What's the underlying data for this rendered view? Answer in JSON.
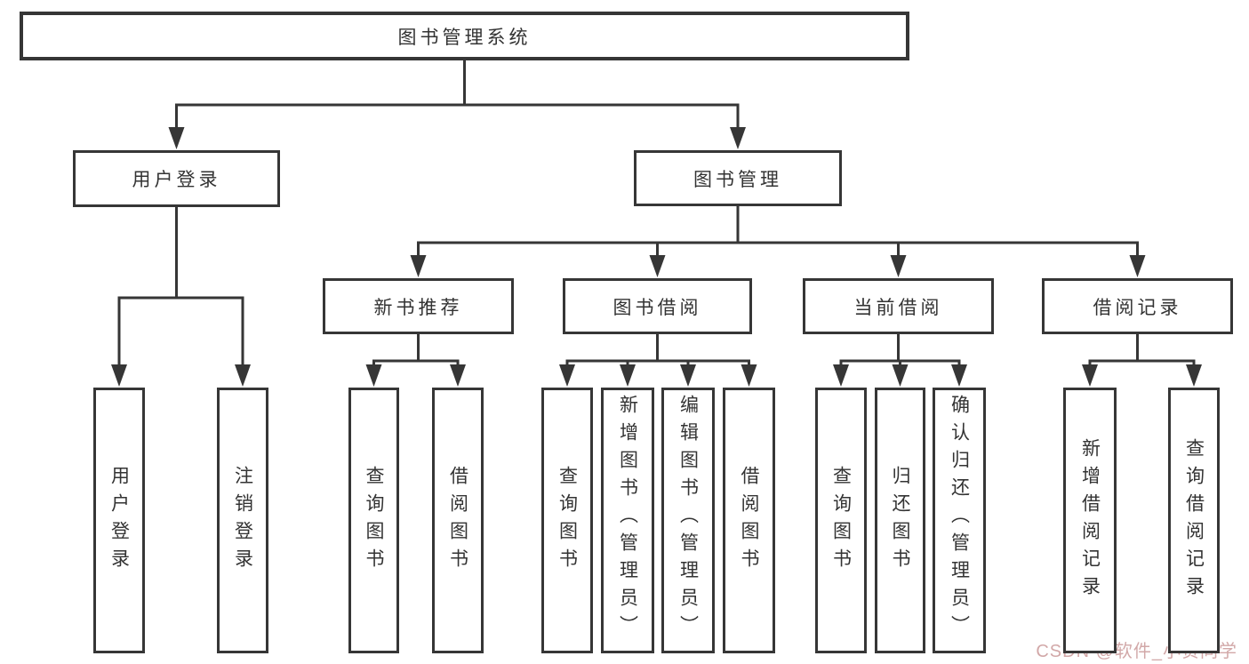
{
  "diagram": {
    "title": "图书管理系统",
    "nodes": [
      {
        "id": "root",
        "label": "图书管理系统"
      },
      {
        "id": "user-login",
        "label": "用户登录"
      },
      {
        "id": "book-mgmt",
        "label": "图书管理"
      },
      {
        "id": "new-book-rec",
        "label": "新书推荐"
      },
      {
        "id": "book-borrow",
        "label": "图书借阅"
      },
      {
        "id": "current-borrow",
        "label": "当前借阅"
      },
      {
        "id": "borrow-records",
        "label": "借阅记录"
      },
      {
        "id": "leaf-user-login",
        "label": "用户登录"
      },
      {
        "id": "leaf-logout",
        "label": "注销登录"
      },
      {
        "id": "leaf-query-books-1",
        "label": "查询图书"
      },
      {
        "id": "leaf-borrow-books-1",
        "label": "借阅图书"
      },
      {
        "id": "leaf-query-books-2",
        "label": "查询图书"
      },
      {
        "id": "leaf-add-books",
        "label": "新增图书（管理员）"
      },
      {
        "id": "leaf-edit-books",
        "label": "编辑图书（管理员）"
      },
      {
        "id": "leaf-borrow-books-2",
        "label": "借阅图书"
      },
      {
        "id": "leaf-query-books-3",
        "label": "查询图书"
      },
      {
        "id": "leaf-return-books",
        "label": "归还图书"
      },
      {
        "id": "leaf-confirm-return",
        "label": "确认归还（管理员）"
      },
      {
        "id": "leaf-add-borrow-record",
        "label": "新增借阅记录"
      },
      {
        "id": "leaf-query-borrow-record",
        "label": "查询借阅记录"
      }
    ],
    "edges": [
      {
        "parent": "root",
        "children": [
          "user-login",
          "book-mgmt"
        ]
      },
      {
        "parent": "user-login",
        "children": [
          "leaf-user-login",
          "leaf-logout"
        ]
      },
      {
        "parent": "book-mgmt",
        "children": [
          "new-book-rec",
          "book-borrow",
          "current-borrow",
          "borrow-records"
        ]
      },
      {
        "parent": "new-book-rec",
        "children": [
          "leaf-query-books-1",
          "leaf-borrow-books-1"
        ]
      },
      {
        "parent": "book-borrow",
        "children": [
          "leaf-query-books-2",
          "leaf-add-books",
          "leaf-edit-books",
          "leaf-borrow-books-2"
        ]
      },
      {
        "parent": "current-borrow",
        "children": [
          "leaf-query-books-3",
          "leaf-return-books",
          "leaf-confirm-return"
        ]
      },
      {
        "parent": "borrow-records",
        "children": [
          "leaf-add-borrow-record",
          "leaf-query-borrow-record"
        ]
      }
    ]
  },
  "watermark": {
    "text": "CSDN @软件_小贺同学",
    "color": "#d2a8a8"
  },
  "colors": {
    "line": "#363636",
    "text": "#333333",
    "background": "#ffffff"
  }
}
